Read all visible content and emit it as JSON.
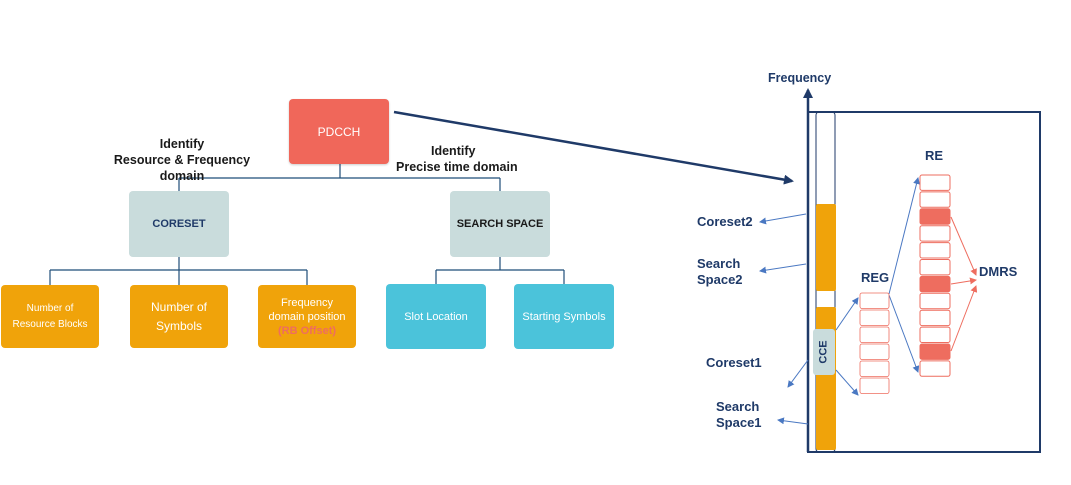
{
  "tree": {
    "root": {
      "label": "PDCCH"
    },
    "left_caption": {
      "line1": "Identify",
      "line2": "Resource & Frequency domain"
    },
    "right_caption": {
      "line1": "Identify",
      "line2": "Precise time domain"
    },
    "coreset": {
      "label": "CORESET"
    },
    "search_space": {
      "label": "SEARCH SPACE"
    },
    "leaves": {
      "rb_count": {
        "line1": "Number of",
        "line2": "Resource Blocks"
      },
      "symbols": {
        "line1": "Number of",
        "line2": "Symbols"
      },
      "freq_pos": {
        "line1": "Frequency",
        "line2": "domain position",
        "line3": "(RB Offset)"
      },
      "slot_location": {
        "label": "Slot Location"
      },
      "starting_symbols": {
        "label": "Starting Symbols"
      }
    }
  },
  "resource_grid": {
    "axis_label": "Frequency",
    "cce_label": "CCE",
    "reg_label": "REG",
    "re_label": "RE",
    "dmrs_label": "DMRS",
    "labels": {
      "coreset2": "Coreset2",
      "search_space2_l1": "Search",
      "search_space2_l2": "Space2",
      "coreset1": "Coreset1",
      "search_space1_l1": "Search",
      "search_space1_l2": "Space1"
    },
    "re_count": 12,
    "dmrs_positions": [
      2,
      6,
      10
    ],
    "reg_count": 6
  },
  "colors": {
    "root": "#f0675a",
    "mid": "#c9dcdc",
    "orange": "#f0a30a",
    "cyan": "#4bc3da",
    "navy": "#1f3a68",
    "wire": "#1f4e79",
    "arrow_blue": "#4a78c2",
    "arrow_red": "#ee6d5f",
    "re_border": "#ee6d5f",
    "re_dmrs": "#ee6d5f"
  }
}
